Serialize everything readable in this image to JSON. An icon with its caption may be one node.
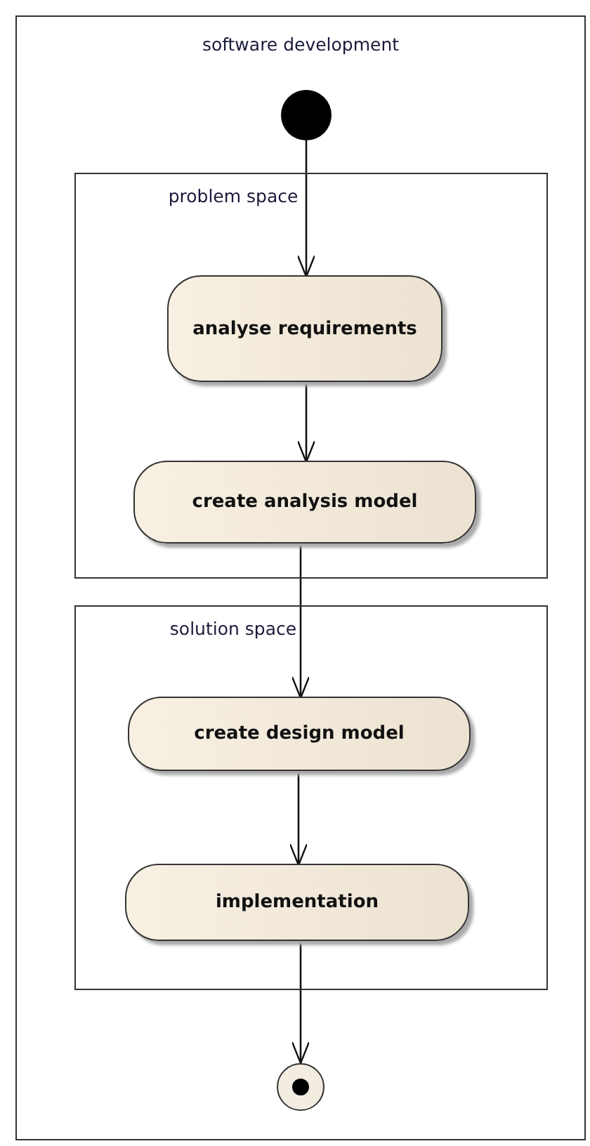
{
  "diagram": {
    "nodes": [
      {
        "text": [
          "software development"
        ]
      },
      {
        "text": [],
        "shape": "circle",
        "in": 0
      },
      {
        "text": [
          "problem space"
        ],
        "in": 0
      },
      {
        "text": [
          "analyse requirements"
        ],
        "in": 2
      },
      {
        "text": [
          "create analysis model"
        ],
        "in": 2
      },
      {
        "text": [
          "solution space"
        ],
        "in": 0
      },
      {
        "text": [
          "create design model"
        ],
        "in": 5
      },
      {
        "text": [
          "implementation"
        ],
        "in": 5
      },
      {
        "text": [],
        "shape": "circle",
        "in": 0
      }
    ],
    "edges": [
      {
        "from": 1,
        "to": 3,
        "arrow": "to"
      },
      {
        "from": 3,
        "to": 4,
        "arrow": "to"
      },
      {
        "from": 4,
        "to": 6,
        "arrow": "to"
      },
      {
        "from": 6,
        "to": 7,
        "arrow": "to"
      },
      {
        "from": 7,
        "to": 8,
        "arrow": "to"
      }
    ]
  }
}
